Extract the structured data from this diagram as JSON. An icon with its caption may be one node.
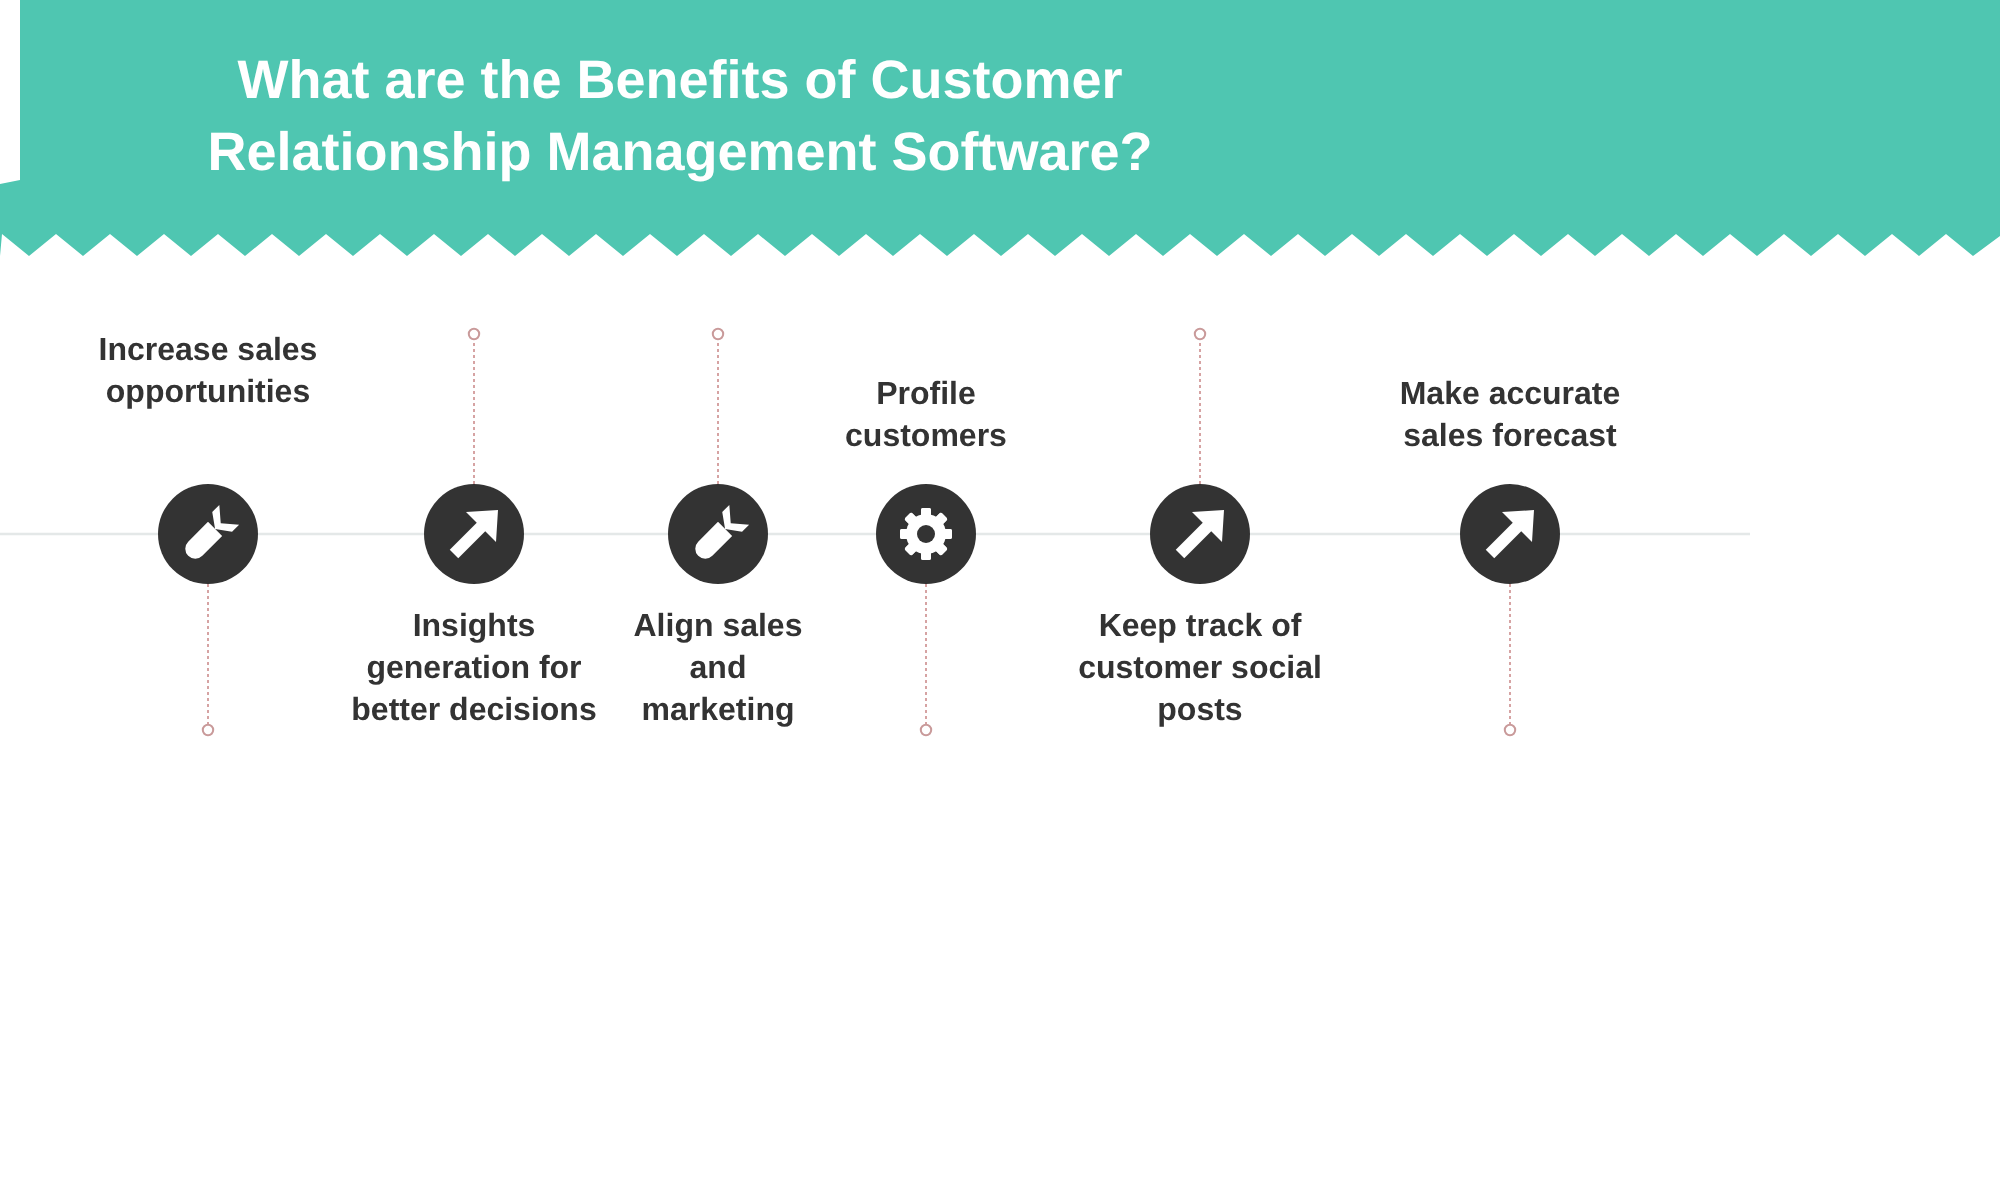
{
  "diagram": {
    "title": "What are the Benefits of Customer Relationship Management Software?",
    "nodes": [
      {
        "text": [
          "Increase sales opportunities"
        ]
      },
      {
        "text": [
          "Insights generation for better decisions"
        ]
      },
      {
        "text": [
          "Align sales and marketing"
        ]
      },
      {
        "text": [
          "Profile customers"
        ]
      },
      {
        "text": [
          "Keep track of customer social posts"
        ]
      },
      {
        "text": [
          "Make accurate sales forecast"
        ]
      }
    ]
  }
}
